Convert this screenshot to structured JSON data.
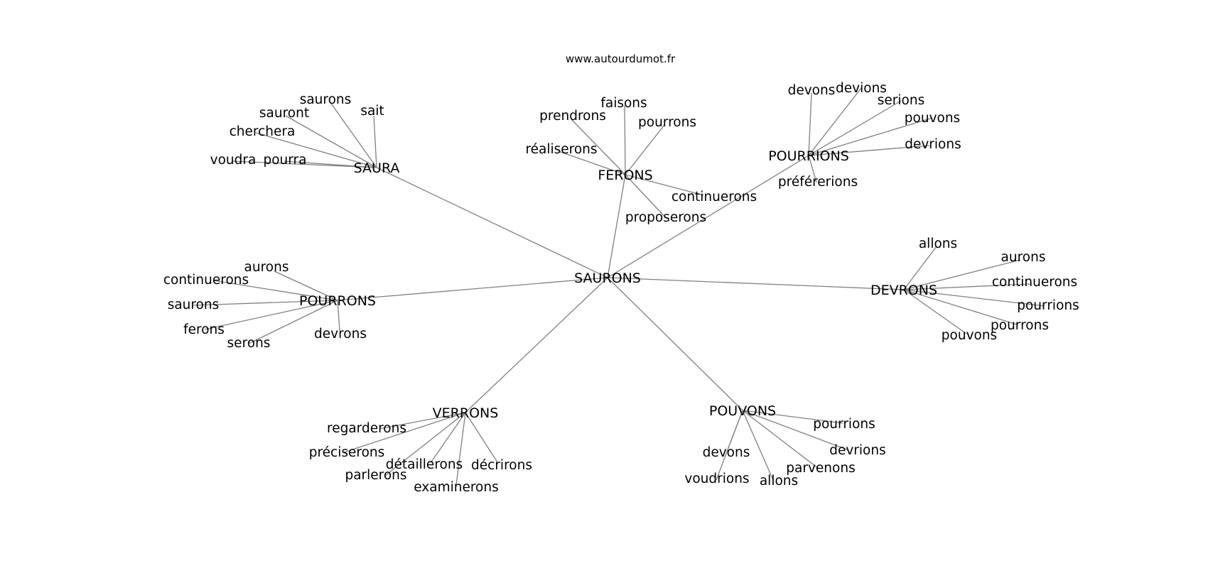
{
  "watermark": "www.autourdumot.fr",
  "center": "SAURONS",
  "groups": [
    {
      "hub": "SAURA",
      "leaves": [
        "saurons",
        "sait",
        "sauront",
        "cherchera",
        "voudra",
        "pourra"
      ]
    },
    {
      "hub": "FERONS",
      "leaves": [
        "faisons",
        "prendrons",
        "pourrons",
        "réaliserons",
        "continuerons",
        "proposerons"
      ]
    },
    {
      "hub": "POURRIONS",
      "leaves": [
        "devons",
        "devions",
        "serions",
        "pouvons",
        "devrions",
        "préférerions"
      ]
    },
    {
      "hub": "POURRONS",
      "leaves": [
        "aurons",
        "continuerons",
        "saurons",
        "ferons",
        "serons",
        "devrons"
      ]
    },
    {
      "hub": "DEVRONS",
      "leaves": [
        "allons",
        "aurons",
        "continuerons",
        "pourrions",
        "pourrons",
        "pouvons"
      ]
    },
    {
      "hub": "VERRONS",
      "leaves": [
        "regarderons",
        "préciserons",
        "détaillerons",
        "décrirons",
        "parlerons",
        "examinerons"
      ]
    },
    {
      "hub": "POUVONS",
      "leaves": [
        "pourrions",
        "devrions",
        "parvenons",
        "devons",
        "voudrions",
        "allons"
      ]
    }
  ]
}
